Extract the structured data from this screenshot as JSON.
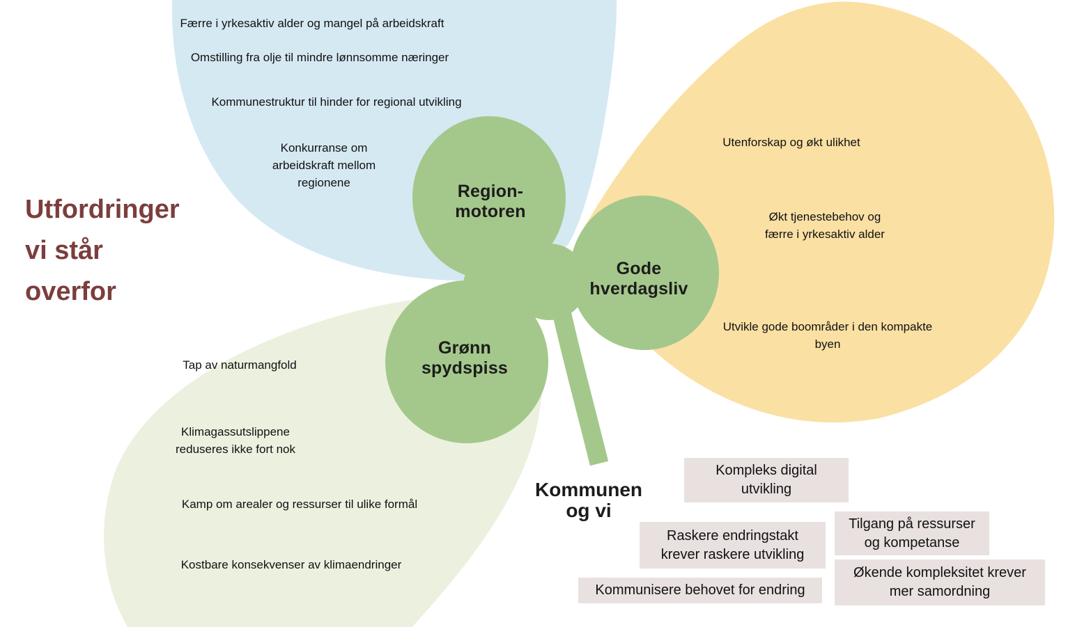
{
  "colors": {
    "petal_blue": "#d5e9f3",
    "petal_orange": "#fbe0a4",
    "petal_pale_green": "#ecf1df",
    "clover_green": "#a4c88b",
    "box_bg": "#e9e1e0",
    "title_color": "#7b3e3d",
    "label_color": "#1c1c1c",
    "text_color": "#111111"
  },
  "title": {
    "text": "Utfordringer\nvi står\noverfor"
  },
  "clover": {
    "leaves": [
      {
        "id": "region-motoren",
        "label": "Region-\nmotoren"
      },
      {
        "id": "gode-hverdagsliv",
        "label": "Gode\nhverdagsliv"
      },
      {
        "id": "gronn-spydspiss",
        "label": "Grønn\nspydspiss"
      }
    ],
    "stem_label": "Kommunen\nog vi"
  },
  "petals": {
    "blue": {
      "notes": [
        "Færre i yrkesaktiv alder og mangel på arbeidskraft",
        "Omstilling fra olje til mindre lønnsomme næringer",
        "Kommunestruktur til hinder for regional utvikling",
        "Konkurranse om\narbeidskraft mellom\nregionene"
      ]
    },
    "orange": {
      "notes": [
        "Utenforskap og økt ulikhet",
        "Økt tjenestebehov og\nfærre i yrkesaktiv alder",
        "Utvikle gode boområder i den kompakte\nbyen"
      ]
    },
    "green": {
      "notes": [
        "Tap av naturmangfold",
        "Klimagassutslippene\nreduseres ikke fort nok",
        "Kamp om arealer og ressurser til ulike formål",
        "Kostbare konsekvenser av klimaendringer"
      ]
    }
  },
  "boxes": [
    "Kompleks digital\nutvikling",
    "Raskere endringstakt\nkrever raskere utvikling",
    "Tilgang på ressurser\nog kompetanse",
    "Kommunisere behovet for endring",
    "Økende kompleksitet krever\nmer samordning"
  ]
}
